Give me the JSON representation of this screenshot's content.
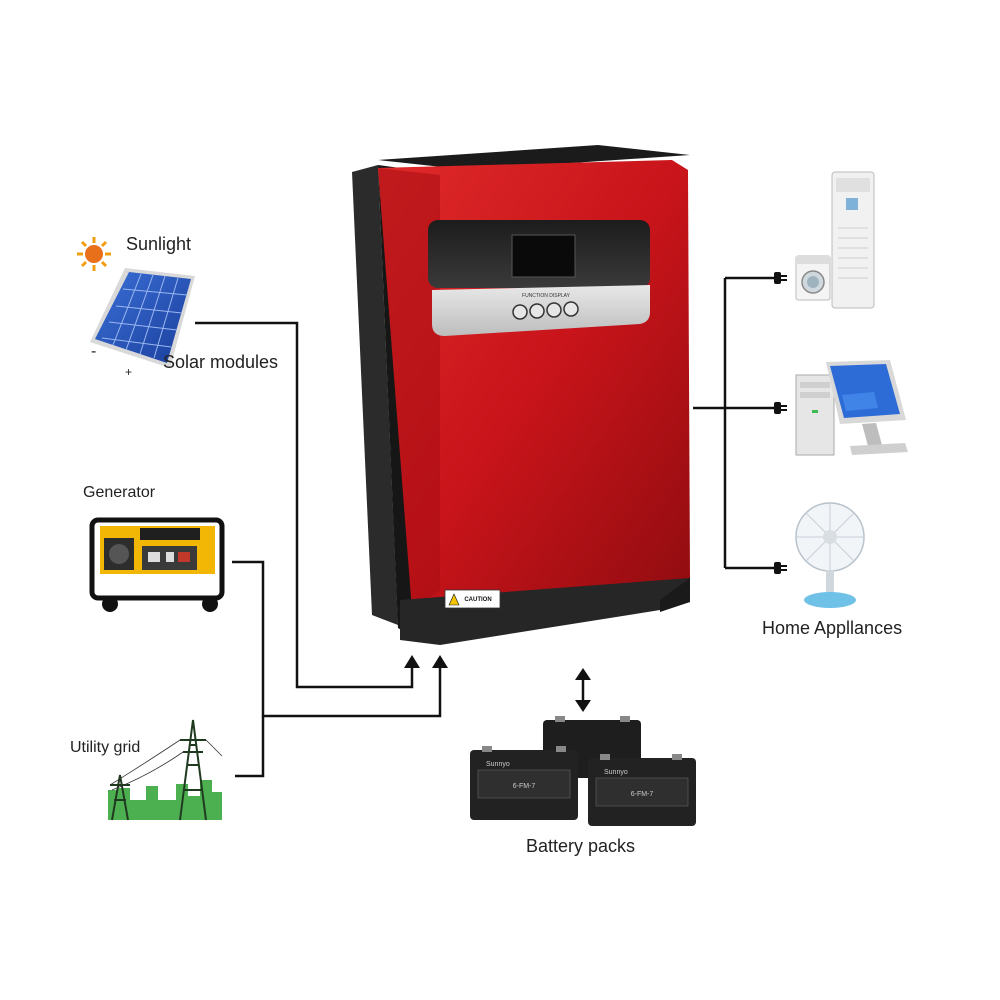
{
  "labels": {
    "sunlight": "Sunlight",
    "solar_modules": "Solar modules",
    "generator": "Generator",
    "utility_grid": "Utility grid",
    "home_appliances": "Home Appllances",
    "battery_packs": "Battery packs"
  },
  "inverter": {
    "caution_label": "CAUTION",
    "panel_text": "FUNCTION DISPLAY"
  },
  "solar_polarity": {
    "minus": "-",
    "plus": "+"
  },
  "battery": {
    "brand": "Sunnyo",
    "model": "6-FM-7"
  },
  "colors": {
    "inverter_red": "#c8141a",
    "inverter_dark": "#2b2b2b",
    "line": "#111111",
    "grass": "#4caf50"
  }
}
